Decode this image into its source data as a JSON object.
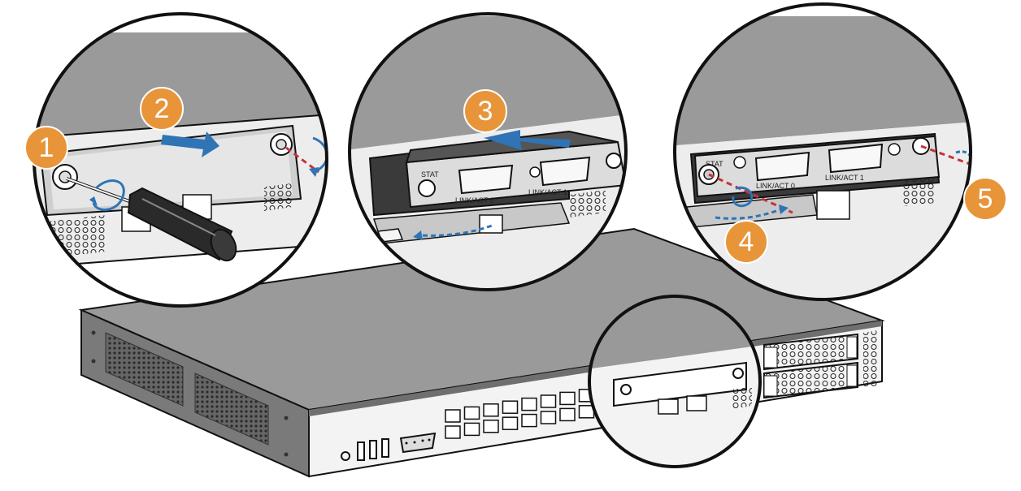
{
  "colors": {
    "step_badge": "#e8953a",
    "arrow": "#2f74b5",
    "screw_line": "#c8323c",
    "chassis_top": "#9a9a9a",
    "chassis_front": "#7d7d7d",
    "panel": "#f2f2f2",
    "outline": "#111111"
  },
  "steps": [
    {
      "number": "1"
    },
    {
      "number": "2"
    },
    {
      "number": "3"
    },
    {
      "number": "4"
    },
    {
      "number": "5"
    }
  ],
  "card_labels": {
    "stat": "STAT",
    "port0": "LINK/ACT   0",
    "port1": "LINK/ACT   1"
  },
  "icons": [
    "screwdriver-icon",
    "slide-out-arrow-icon",
    "slide-in-arrow-icon",
    "rotate-arrow-icon",
    "screw-icon"
  ]
}
